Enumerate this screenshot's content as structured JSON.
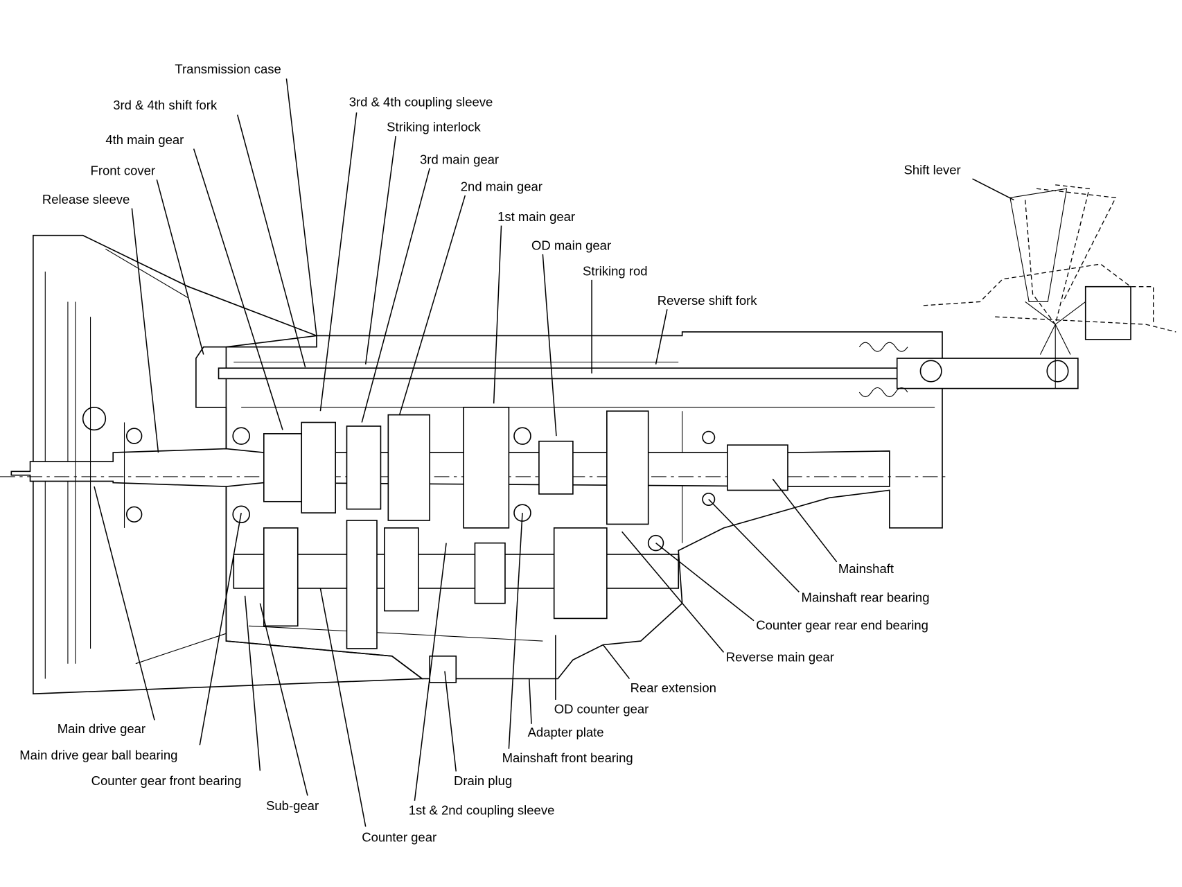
{
  "labels": [
    "Transmission case",
    "3rd & 4th shift fork",
    "3rd & 4th coupling sleeve",
    "Striking interlock",
    "4th main gear",
    "3rd main gear",
    "Front cover",
    "2nd main gear",
    "Release sleeve",
    "1st main gear",
    "OD main gear",
    "Striking rod",
    "Reverse shift fork",
    "Shift lever",
    "Mainshaft",
    "Mainshaft rear bearing",
    "Counter gear rear end bearing",
    "Reverse main gear",
    "Rear extension",
    "OD counter gear",
    "Adapter plate",
    "Mainshaft front bearing",
    "Drain plug",
    "1st & 2nd coupling sleeve",
    "Counter gear",
    "Sub-gear",
    "Counter gear front bearing",
    "Main drive gear ball bearing",
    "Main drive gear"
  ]
}
